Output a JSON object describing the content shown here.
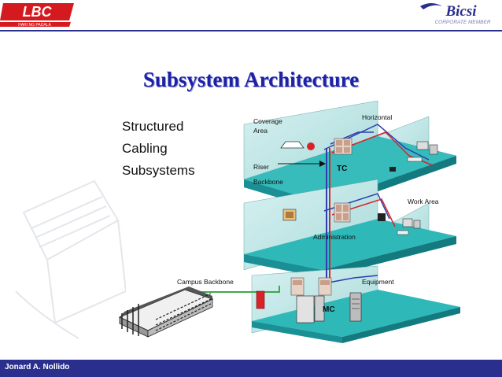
{
  "header": {
    "left_logo_text": "LBC",
    "left_logo_subtext": "HARI NG PADALA",
    "right_logo_text": "Bicsi",
    "right_logo_subtext": "CORPORATE MEMBER"
  },
  "slide": {
    "title": "Subsystem Architecture",
    "heading_lines": [
      "Structured",
      "Cabling",
      "Subsystems"
    ]
  },
  "diagram": {
    "labels": {
      "coverage_area": [
        "Coverage",
        "Area"
      ],
      "horizontal": "Horizontal",
      "riser_backbone": [
        "Riser",
        "Backbone"
      ],
      "tc": "TC",
      "work_area": "Work Area",
      "administration": "Administration",
      "campus_backbone": "Campus Backbone",
      "equipment": "Equipment",
      "mc": "MC"
    },
    "colors": {
      "floor_top": "#2fb8b8",
      "floor_side": "#1a8f95",
      "wall": "#bfe6e6",
      "horizontal_cable": "#d7232a",
      "backbone_cable": "#2f3db0",
      "campus_cable": "#3ea84a"
    }
  },
  "footer": {
    "author": "Jonard A. Nollido"
  }
}
